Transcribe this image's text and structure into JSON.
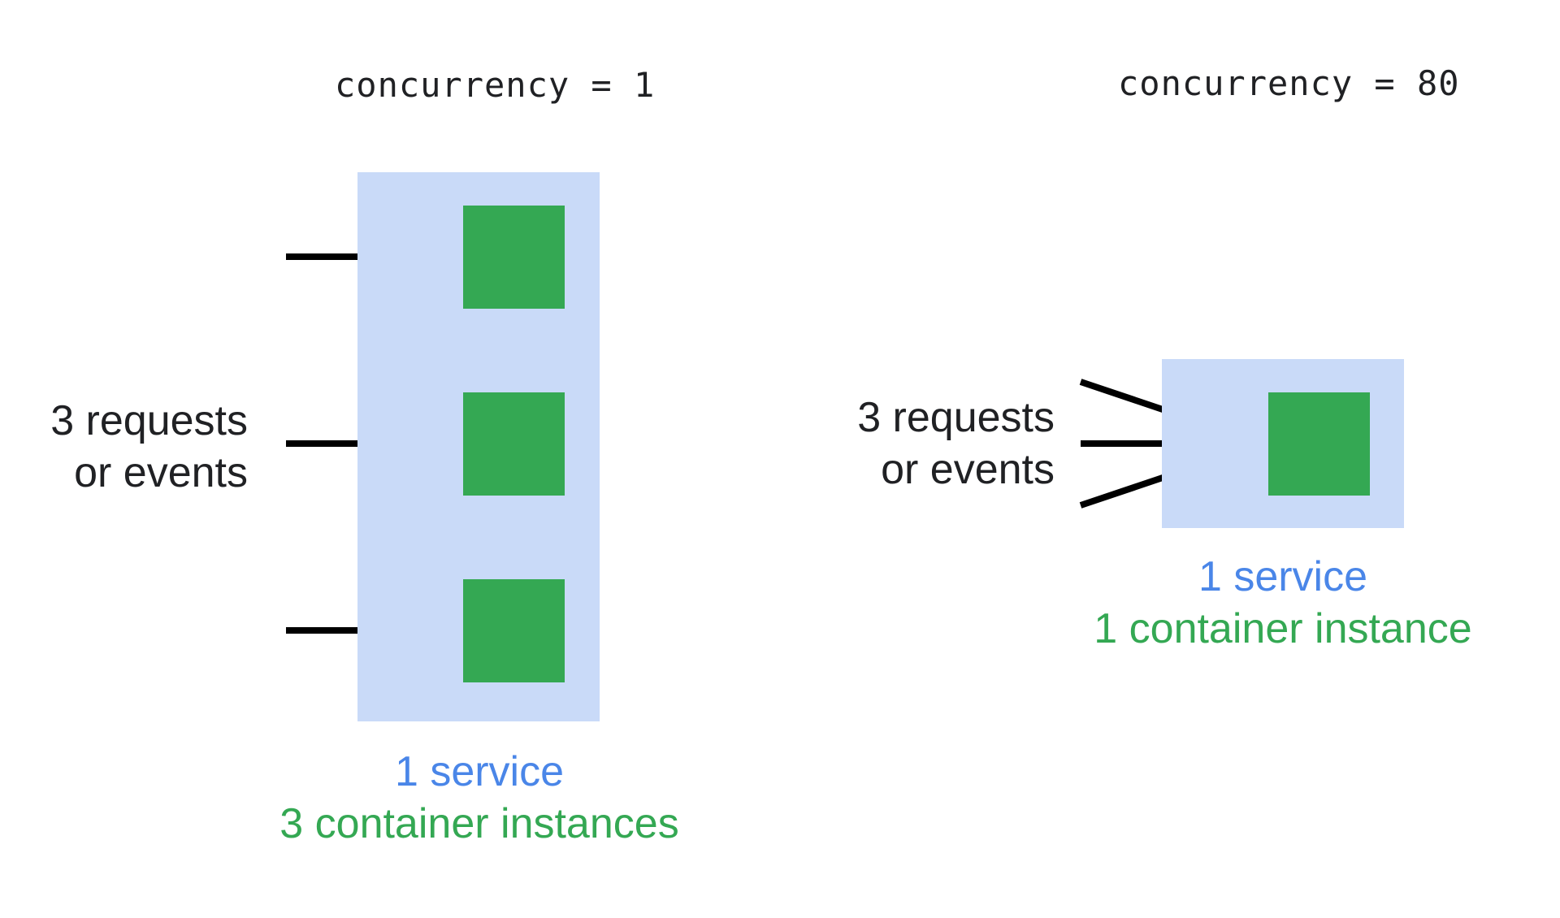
{
  "colors": {
    "service_fill": "#c9daf8",
    "instance_fill": "#34a853",
    "service_text": "#4a86e8",
    "instance_text": "#34a853",
    "arrow": "#000000"
  },
  "left": {
    "title": "concurrency = 1",
    "requests_line1": "3 requests",
    "requests_line2": "or events",
    "service_label": "1 service",
    "instances_label": "3 container instances"
  },
  "right": {
    "title": "concurrency = 80",
    "requests_line1": "3 requests",
    "requests_line2": "or events",
    "service_label": "1 service",
    "instances_label": "1 container instance"
  }
}
